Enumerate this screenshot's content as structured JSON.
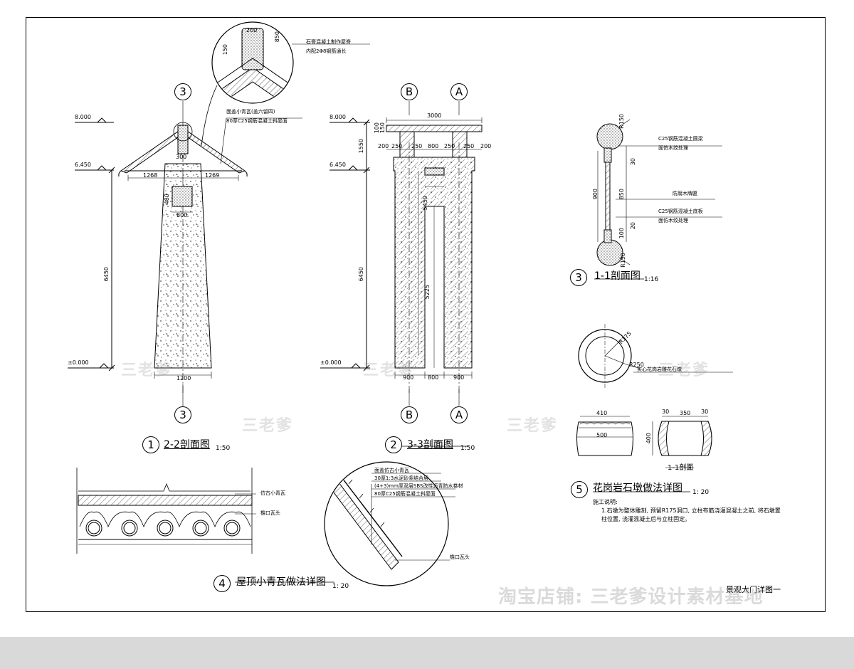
{
  "labels": {
    "level_top": "8.000",
    "level_mid": "6.450",
    "level_zero": "±0.000",
    "axis_3": "3",
    "axis_b": "B",
    "axis_a": "A"
  },
  "view1": {
    "num": "1",
    "title": "2-2剖面图",
    "scale": "1:50",
    "note1": "面盖小青瓦(盖六留四)",
    "note2": "80厚C25钢筋混凝土斜屋面",
    "top_note1": "石膏混凝土制作屋脊",
    "top_note2": "内配2Φ8钢筋通长",
    "dims": {
      "d200": "200",
      "d150": "150",
      "d850": "850",
      "d300": "300",
      "d1268": "1268",
      "d1269": "1269",
      "d480": "480",
      "d800": "800",
      "d6450": "6450",
      "d1200": "1200"
    }
  },
  "view2": {
    "num": "2",
    "title": "3-3剖面图",
    "scale": "1:50",
    "dims": {
      "d3000": "3000",
      "d100": "100",
      "d150": "150",
      "d1550": "1550",
      "d200": "200",
      "d250": "250",
      "d800": "800",
      "d5450": "5450",
      "d5225": "5225",
      "d6450": "6450",
      "d900": "900"
    }
  },
  "view3": {
    "num": "3",
    "title": "1-1剖面图",
    "scale": "1:16",
    "note1": "C25钢筋混凝土圆梁",
    "note1b": "面仿木纹处理",
    "note2": "防腐木牌匾",
    "note3": "C25钢筋混凝土底板",
    "note3b": "面仿木纹处理",
    "dims": {
      "r150": "R150",
      "d30": "30",
      "d900": "900",
      "d850": "850",
      "d20": "20",
      "d100": "100"
    }
  },
  "view4": {
    "num": "4",
    "title": "屋顶小青瓦做法详图",
    "scale": "1: 20",
    "note1": "仿古小青瓦",
    "note2": "檐口瓦头"
  },
  "view5": {
    "num": "5",
    "title": "花岗岩石墩做法详图",
    "scale": "1: 20",
    "r175": "R175",
    "r250": "R250",
    "circle_note": "实心花岗岩雕花石墩",
    "d410": "410",
    "d500": "500",
    "d400": "400",
    "d30": "30",
    "d350": "350",
    "section_label": "1-1剖面",
    "notes_title": "施工说明:",
    "note_line1": "1.石墩为整体雕刻, 预留R175洞口, 立柱布筋浇灌混凝土之前, 将石墩置",
    "note_line2": "柱位置, 浇灌混凝土后与立柱固定。"
  },
  "eave_detail": {
    "l1": "面盖仿古小青瓦",
    "l2": "30厚1:3水泥砂浆结合层",
    "l3": "(4+3)mm厚双层SBS改性沥青防水卷材",
    "l4": "80厚C25钢筋混凝土斜屋面",
    "l5": "檐口瓦头"
  },
  "sheet_title": "景观大门详图一",
  "watermarks": {
    "w1": "三老爹",
    "w2": "三老爹",
    "w3": "三老爹",
    "w4": "三老爹",
    "w5": "三老爹",
    "bottom": "淘宝店铺: 三老爹设计素材基地"
  }
}
